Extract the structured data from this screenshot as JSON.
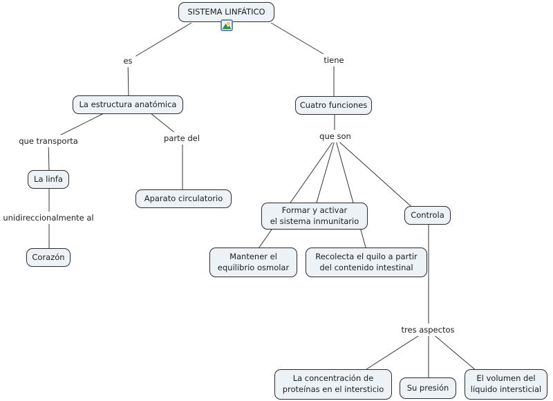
{
  "diagram_title": "SISTEMA LINFÁTICO",
  "nodes": {
    "title": "SISTEMA LINFÁTICO",
    "estructura": "La estructura anatómica",
    "cuatro_funciones": "Cuatro funciones",
    "la_linfa": "La linfa",
    "aparato_circulatorio": "Aparato circulatorio",
    "corazon": "Corazón",
    "formar_activar": "Formar y activar\nel sistema inmunitario",
    "controla": "Controla",
    "mantener_equilibrio": "Mantener el\nequilibrio osmolar",
    "recolecta_quilo": "Recolecta el quilo a partir\ndel contenido intestinal",
    "concentracion_proteinas": "La concentración de\nproteínas en el intersticio",
    "su_presion": "Su presión",
    "volumen_liquido": "El volumen del\nlíquido intersticial"
  },
  "linking_phrases": {
    "es": "es",
    "tiene": "tiene",
    "que_transporta": "que transporta",
    "parte_del": "parte del",
    "que_son": "que son",
    "unidireccionalmente_al": "unidireccionalmente al",
    "tres_aspectos": "tres aspectos"
  },
  "icons": {
    "title_resource": "image-resource-icon"
  },
  "colors": {
    "node_fill": "#edf2f7",
    "node_border": "#2a2a2a",
    "connector": "#333333",
    "text": "#1c1c1c",
    "background": "#ffffff",
    "icon_border": "#5b87c5",
    "icon_mountain": "#3d9140",
    "icon_sun": "#ffd24d"
  }
}
